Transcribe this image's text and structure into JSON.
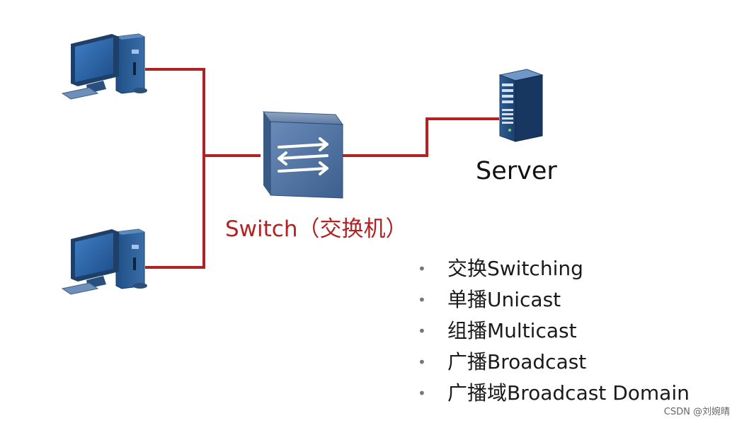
{
  "server": {
    "label": "Server"
  },
  "switch": {
    "label": "Switch（交换机）"
  },
  "features": [
    "交换Switching",
    "单播Unicast",
    "组播Multicast",
    "广播Broadcast",
    "广播域Broadcast  Domain"
  ],
  "watermark": "CSDN @刘婉晴",
  "colors": {
    "link": "#b22222",
    "device_blue": "#2b5c8c",
    "switch_body": "#4a6f9c"
  },
  "icons": [
    "pc-icon",
    "pc-icon",
    "switch-icon",
    "server-icon"
  ]
}
